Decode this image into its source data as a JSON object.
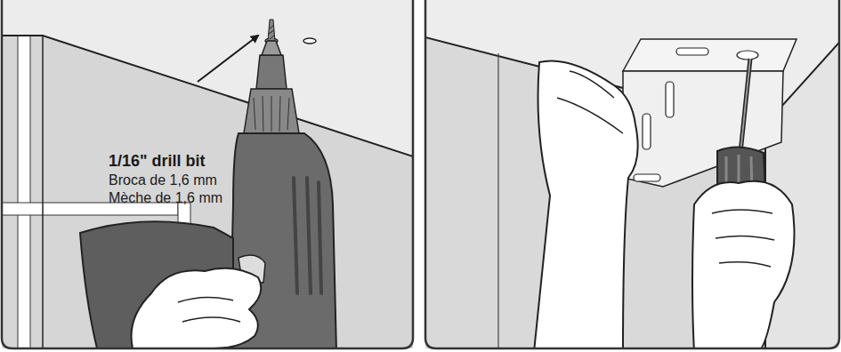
{
  "diagram": {
    "labels": [
      "1/16\" drill bit",
      "Broca de 1,6 mm",
      "Mèche de 1,6 mm"
    ]
  }
}
